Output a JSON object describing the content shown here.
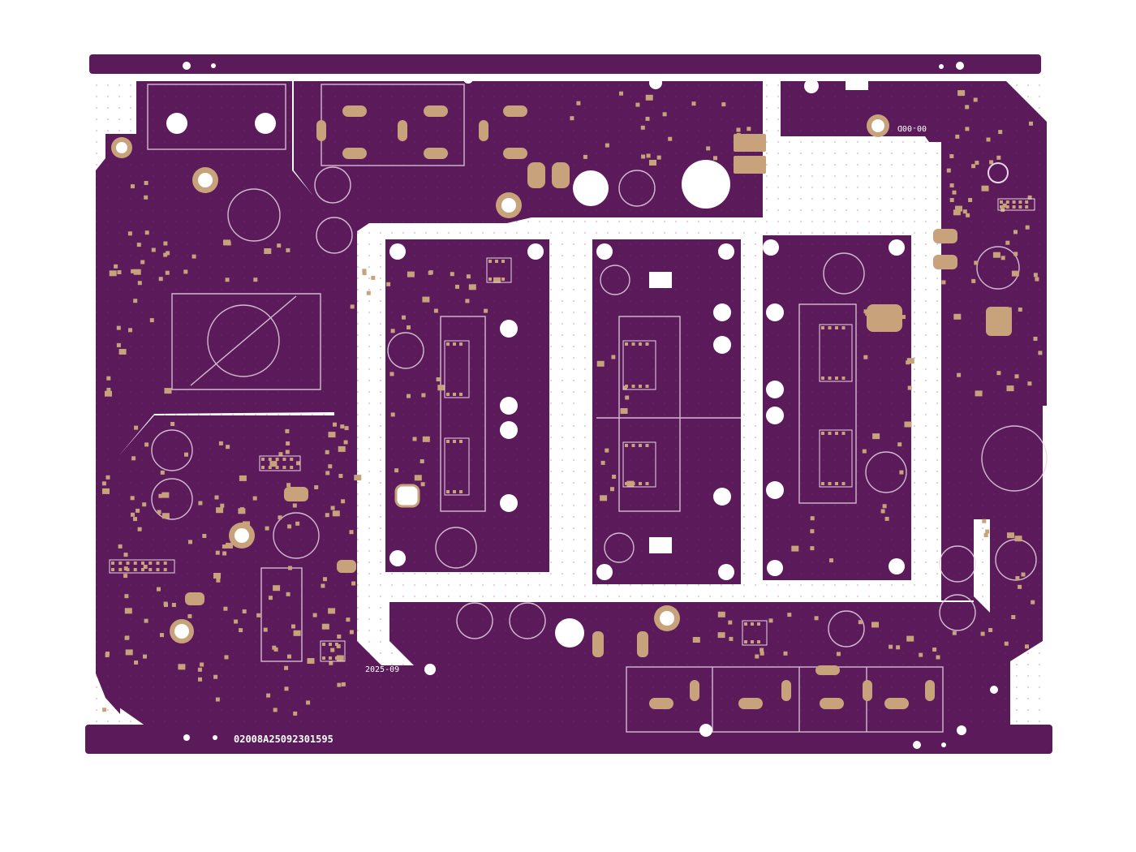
{
  "board": {
    "serial_number": "02008A25092301595",
    "date_code": "2025-09",
    "version_code": "00-00D",
    "colors": {
      "soldermask": "#5b1a5a",
      "soldermask_light": "#6a2468",
      "trace": "#7a3377",
      "pad_gold": "#c8a27a",
      "silkscreen": "#ffffff",
      "background": "#ffffff"
    },
    "pad_icons": {
      "hole": "plated-through-hole",
      "pad": "gold-pad",
      "chip": "ic-package",
      "slot": "oval-slot-pad"
    }
  }
}
